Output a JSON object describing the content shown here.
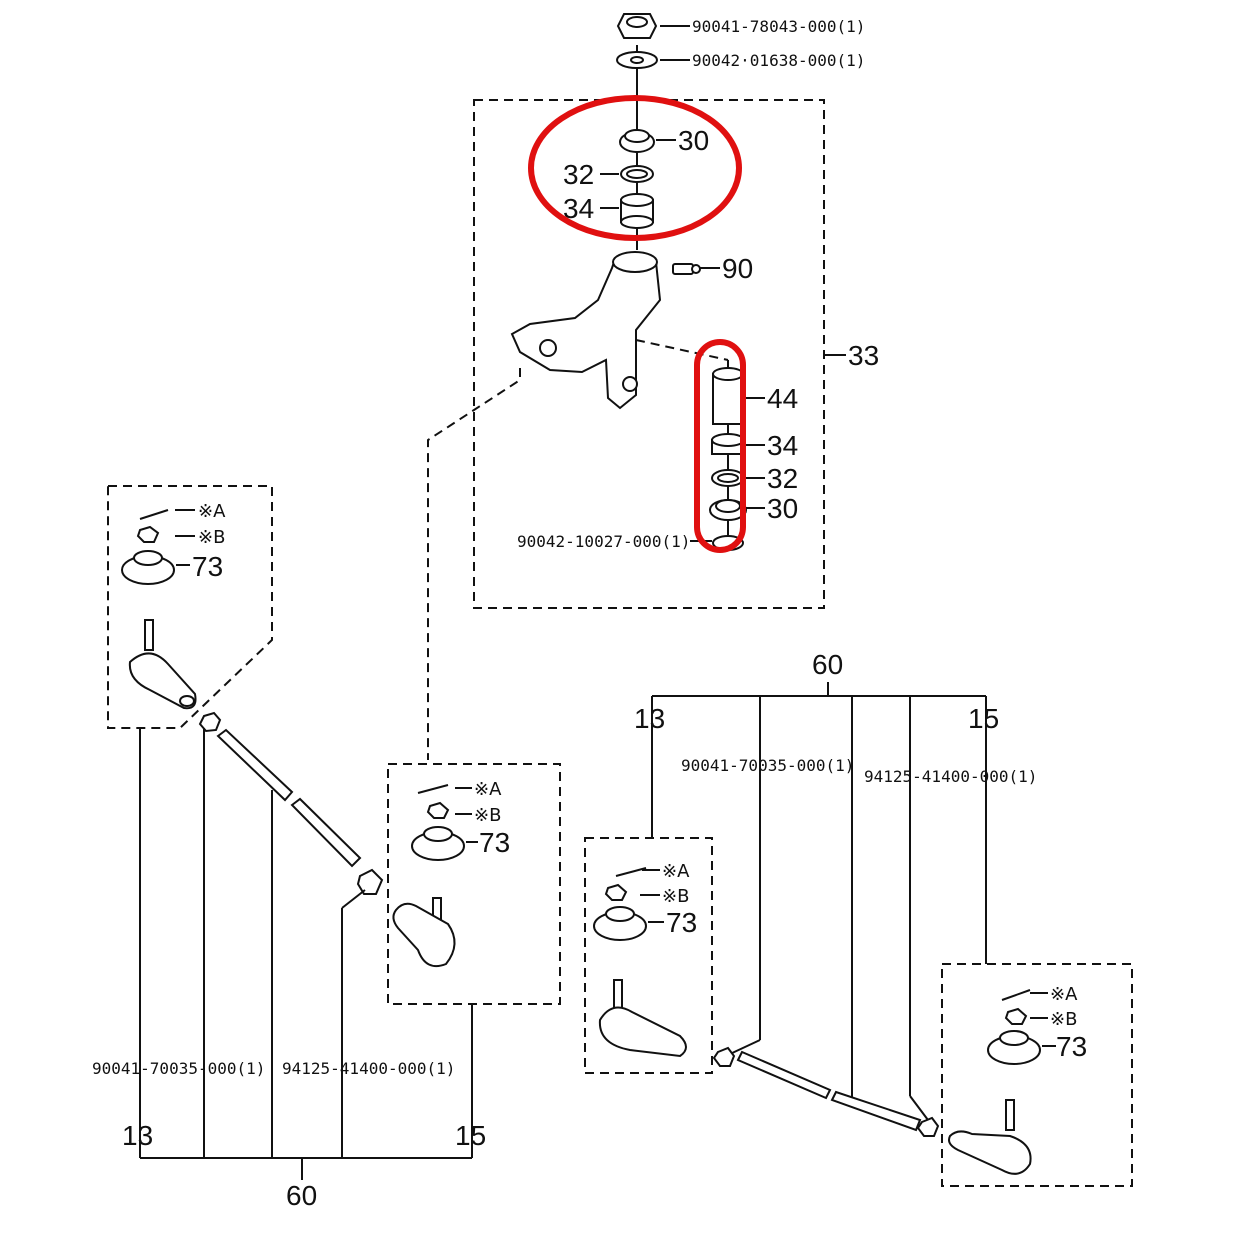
{
  "colors": {
    "highlight": "#e01010",
    "line": "#111111",
    "background": "#ffffff"
  },
  "top": {
    "nut_part_no": "90041-78043-000(1)",
    "washer_part_no": "90042·01638-000(1)",
    "upper_30": "30",
    "upper_32": "32",
    "upper_34": "34",
    "grease_nipple": "90",
    "assembly_33": "33",
    "pin_44": "44",
    "lower_34": "34",
    "lower_32": "32",
    "lower_30": "30",
    "bottom_washer_part_no": "90042-10027-000(1)"
  },
  "left_assembly": {
    "mark_a": "※A",
    "mark_b": "※B",
    "boot_73": "73",
    "boot2_73": "73",
    "mark2_a": "※A",
    "mark2_b": "※B",
    "nut_part_no": "90041-70035-000(1)",
    "clamp_part_no": "94125-41400-000(1)",
    "label_13": "13",
    "label_15": "15",
    "label_60": "60"
  },
  "right_assembly": {
    "label_60": "60",
    "label_13": "13",
    "label_15": "15",
    "nut_part_no": "90041-70035-000(1)",
    "clamp_part_no": "94125-41400-000(1)",
    "mark_a": "※A",
    "mark_b": "※B",
    "boot_73": "73",
    "mark2_a": "※A",
    "mark2_b": "※B",
    "boot2_73": "73"
  }
}
